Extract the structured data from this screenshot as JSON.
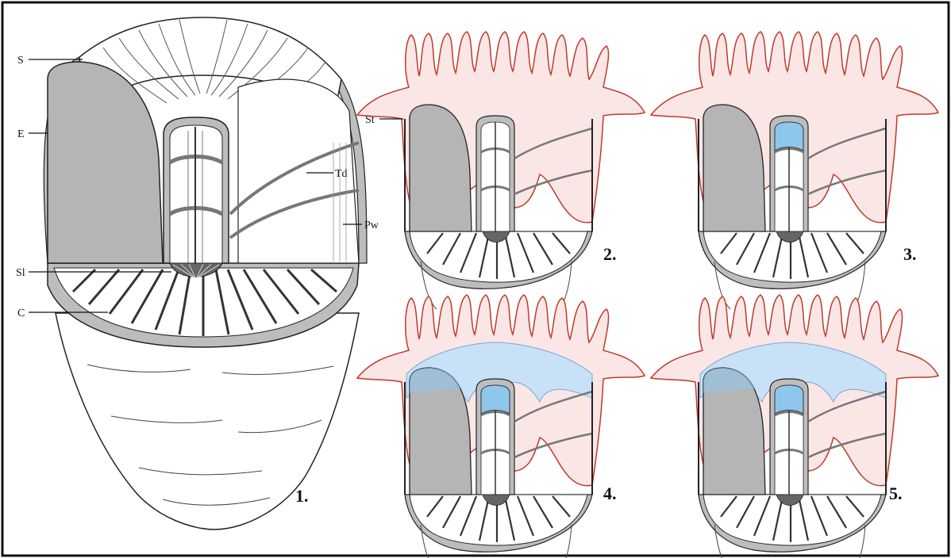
{
  "figure": {
    "panel_numbers": [
      "1.",
      "2.",
      "3.",
      "4.",
      "5."
    ],
    "labels": {
      "s": "S",
      "e": "E",
      "td": "Td",
      "pw": "Pw",
      "sl": "Sl",
      "c": "C",
      "st": "St"
    },
    "colors": {
      "frame": "#111111",
      "line": "#333333",
      "shaded_wall": "#bdbdbd",
      "section_fill": "#d3d3d3",
      "soft_tissue_outline": "#c0392b",
      "soft_tissue_fill": "#fbe6e6",
      "blue_fill": "#8ec6ec",
      "light_blue_fill": "#c9e1f6"
    }
  }
}
